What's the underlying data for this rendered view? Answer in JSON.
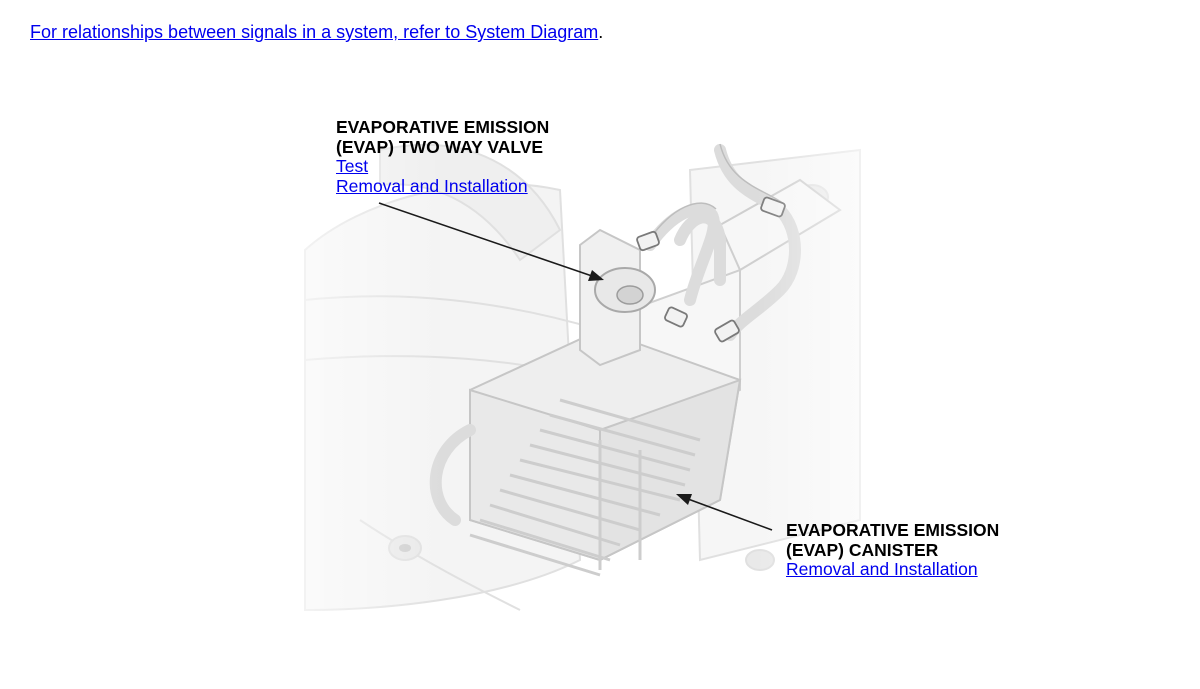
{
  "intro": {
    "text": "For relationships between signals in a system, refer to System Diagram",
    "suffix": "."
  },
  "valve": {
    "title_line1": "EVAPORATIVE EMISSION",
    "title_line2": "(EVAP) TWO WAY VALVE",
    "links": [
      "Test",
      "Removal and Installation"
    ]
  },
  "canister": {
    "title_line1": "EVAPORATIVE EMISSION",
    "title_line2": "(EVAP) CANISTER",
    "links": [
      "Removal and Installation"
    ]
  },
  "colors": {
    "link": "#0000ee",
    "line": "#1a1a1a",
    "faded_art": "#d6d6d6"
  }
}
